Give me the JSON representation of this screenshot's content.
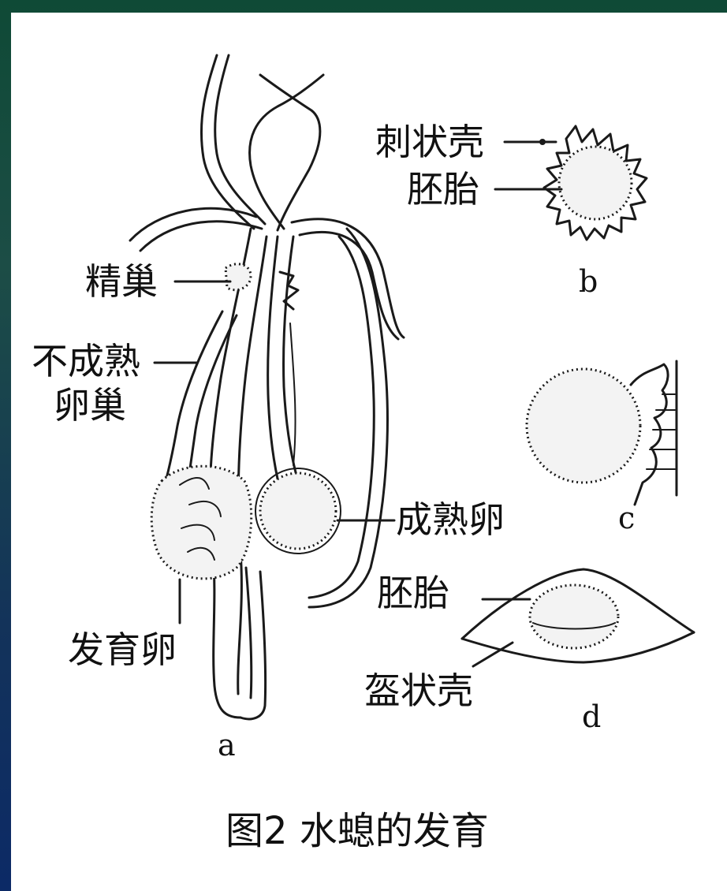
{
  "figure": {
    "caption": "图2 水螅的发育",
    "panel_a": {
      "letter": "a",
      "labels": {
        "testis": "精巢",
        "immature_ovary_line1": "不成熟",
        "immature_ovary_line2": "卵巢",
        "mature_egg": "成熟卵",
        "developing_egg": "发育卵"
      }
    },
    "panel_b": {
      "letter": "b",
      "labels": {
        "spiny_shell": "刺状壳",
        "embryo": "胚胎"
      }
    },
    "panel_c": {
      "letter": "c"
    },
    "panel_d": {
      "letter": "d",
      "labels": {
        "embryo": "胚胎",
        "shield_shell": "盔状壳"
      }
    }
  }
}
